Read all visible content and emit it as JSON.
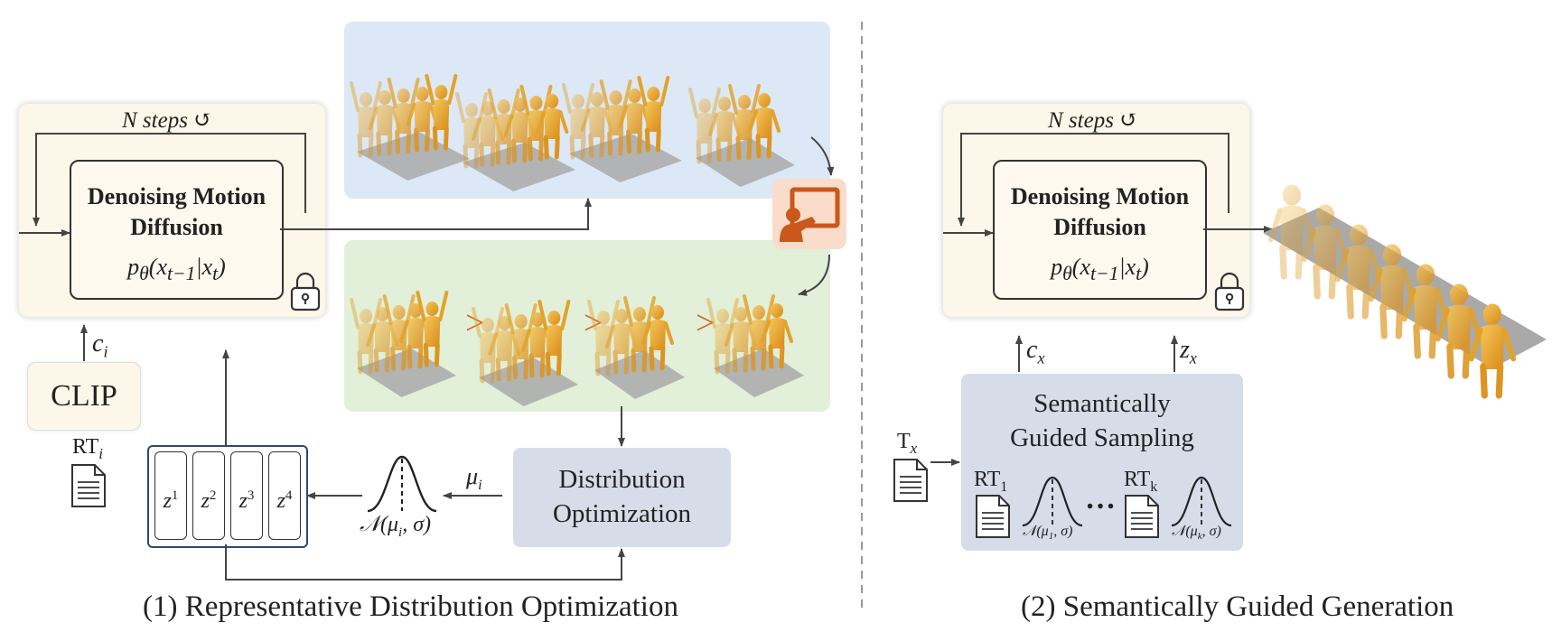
{
  "left": {
    "loop_label": "N steps ↺",
    "model_title_line1": "Denoising Motion",
    "model_title_line2": "Diffusion",
    "model_formula": "pθ(xt−1|xt)",
    "clip_label": "CLIP",
    "cond_label": "ci",
    "text_label": "RTi",
    "dist_opt_line1": "Distribution",
    "dist_opt_line2": "Optimization",
    "mu_label": "μi",
    "gaussian_label": "𝒩(μi, σ)",
    "latents": [
      "z1",
      "z2",
      "z3",
      "z4"
    ],
    "rank_symbols": [
      ">",
      ">",
      ">"
    ],
    "caption": "(1) Representative Distribution Optimization"
  },
  "right": {
    "loop_label": "N steps ↺",
    "model_title_line1": "Denoising Motion",
    "model_title_line2": "Diffusion",
    "model_formula": "pθ(xt−1|xt)",
    "cond_label": "cx",
    "latent_label": "zx",
    "text_label": "Tx",
    "sampling_line1": "Semantically",
    "sampling_line2": "Guided Sampling",
    "rt_first": "RT1",
    "rt_last": "RTk",
    "gauss_first": "𝒩(μ1, σ)",
    "gauss_last": "𝒩(μk, σ)",
    "ellipsis": "…",
    "caption": "(2) Semantically Guided Generation"
  },
  "colors": {
    "panel_yellow": "#fcf7e8",
    "panel_blue": "#dce8f5",
    "panel_green": "#e2efd9",
    "gray_box": "#d6dde8",
    "figure_orange": "#e8a634",
    "rank_orange": "#d9661f",
    "teacher_orange": "#c9581a"
  }
}
